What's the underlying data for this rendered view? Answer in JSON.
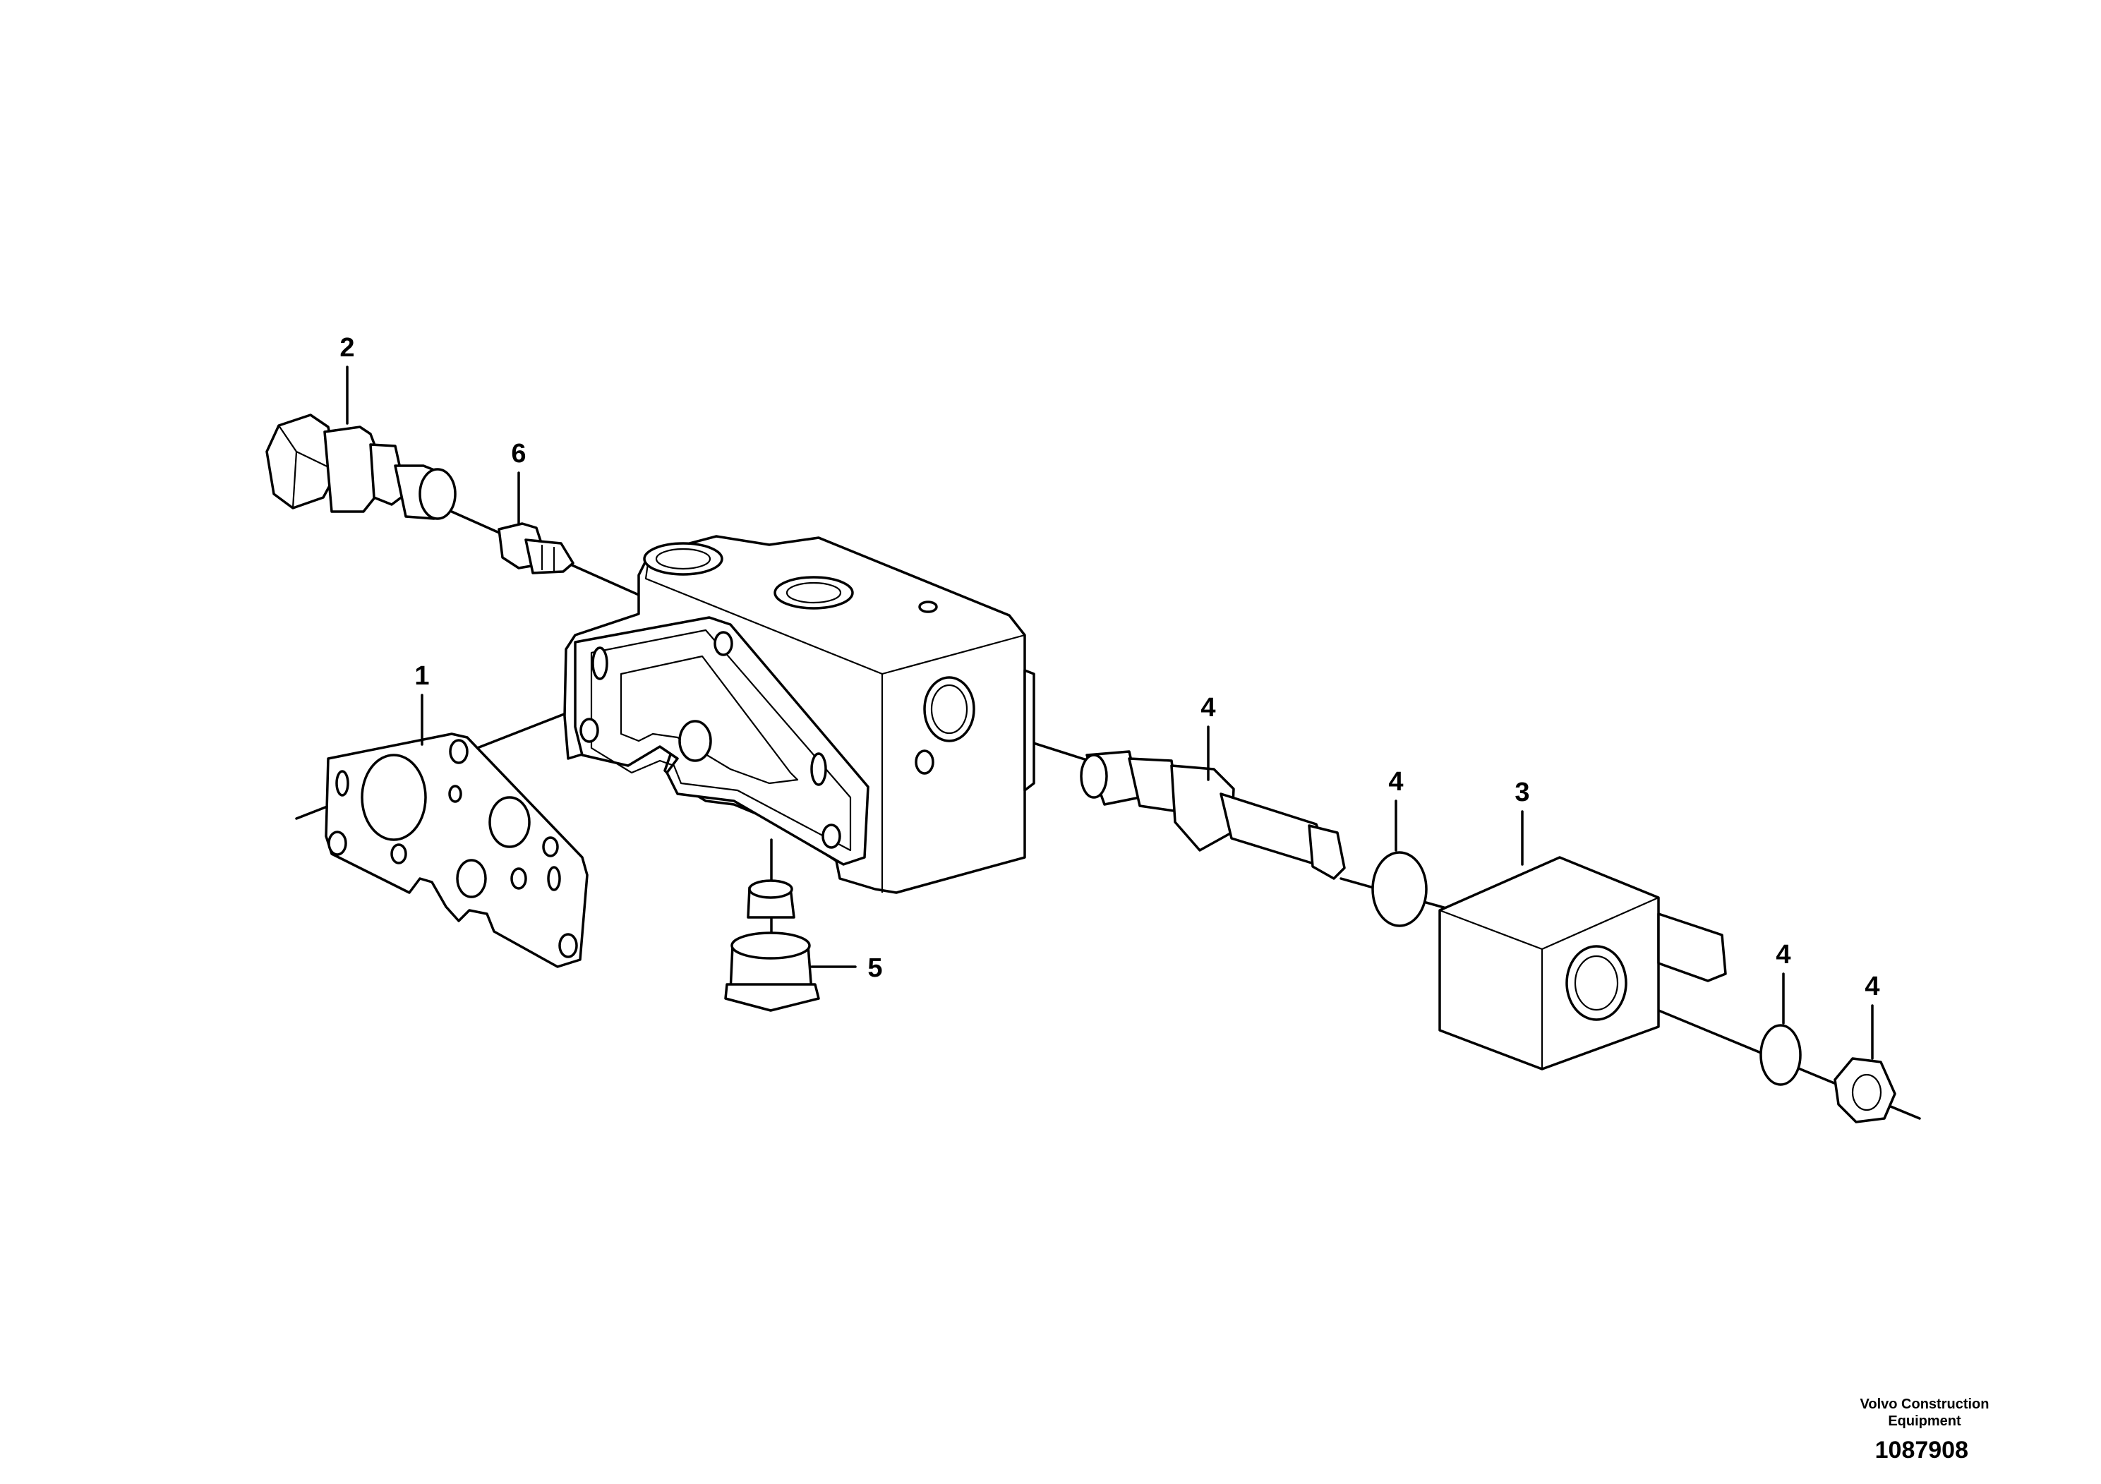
{
  "brand": {
    "line1": "Volvo Construction",
    "line2": "Equipment"
  },
  "drawing_number": "1087908",
  "callouts": [
    {
      "id": "callout-1",
      "label": "1"
    },
    {
      "id": "callout-2",
      "label": "2"
    },
    {
      "id": "callout-3",
      "label": "3"
    },
    {
      "id": "callout-4a",
      "label": "4"
    },
    {
      "id": "callout-4b",
      "label": "4"
    },
    {
      "id": "callout-4c",
      "label": "4"
    },
    {
      "id": "callout-4d",
      "label": "4"
    },
    {
      "id": "callout-5",
      "label": "5"
    },
    {
      "id": "callout-6",
      "label": "6"
    }
  ]
}
